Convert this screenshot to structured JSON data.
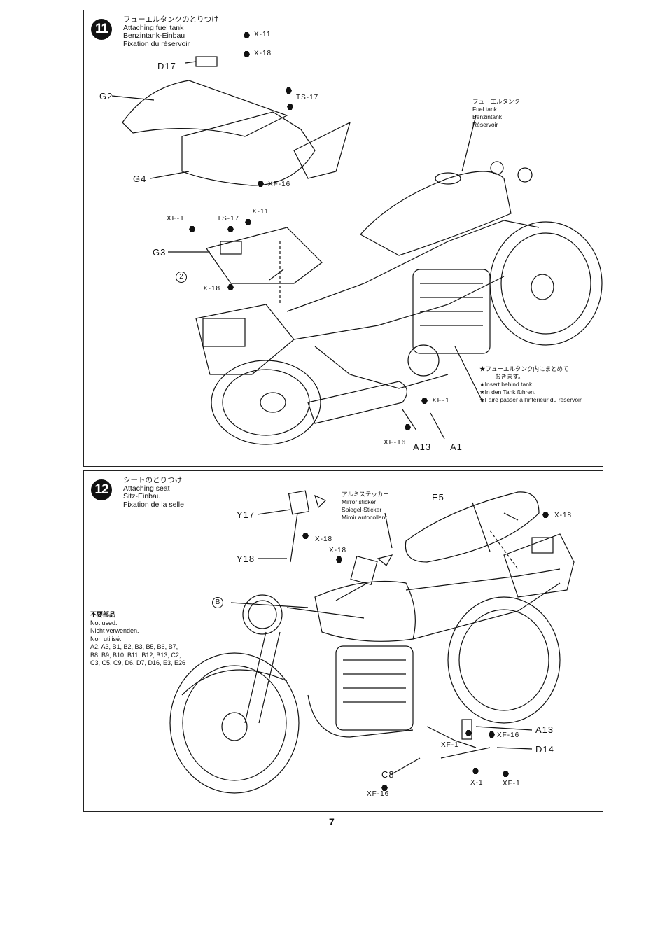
{
  "page_number": "7",
  "step11": {
    "number": "11",
    "title_ja": "フューエルタンクのとりつけ",
    "title_en": "Attaching fuel tank",
    "title_de": "Benzintank-Einbau",
    "title_fr": "Fixation du réservoir",
    "parts": {
      "d17": "D17",
      "g2": "G2",
      "g4": "G4",
      "g3": "G3",
      "a13": "A13",
      "a1": "A1",
      "marker": "2"
    },
    "screws": {
      "x11a": "X-11",
      "x18a": "X-18",
      "ts17a": "TS-17",
      "xf16a": "XF-16",
      "xf1a": "XF-1",
      "ts17b": "TS-17",
      "x11b": "X-11",
      "x18b": "X-18",
      "xf1b": "XF-1",
      "xf16b": "XF-16"
    },
    "tank_label": [
      "フューエルタンク",
      "Fuel tank",
      "Benzintank",
      "Réservoir"
    ],
    "cable_note": [
      "★フューエルタンク内にまとめて",
      "おきます。",
      "★Insert behind tank.",
      "★In den Tank führen.",
      "★Faire passer à l'intérieur du réservoir."
    ]
  },
  "step12": {
    "number": "12",
    "title_ja": "シートのとりつけ",
    "title_en": "Attaching seat",
    "title_de": "Sitz-Einbau",
    "title_fr": "Fixation de la selle",
    "parts": {
      "y17": "Y17",
      "y18": "Y18",
      "e5": "E5",
      "b": "B",
      "a13": "A13",
      "d14": "D14",
      "c8": "C8"
    },
    "screws": {
      "x18a": "X-18",
      "x18b": "X-18",
      "x18c": "X-18",
      "xf16a": "XF-16",
      "xf1a": "XF-1",
      "x1": "X-1",
      "xf1b": "XF-1",
      "xf16b": "XF-16"
    },
    "mirror_sticker": [
      "アルミステッカー",
      "Mirror sticker",
      "Spiegel-Sticker",
      "Miroir autocollant"
    ],
    "not_used": {
      "heading": "不要部品",
      "lines": [
        "Not used.",
        "Nicht verwenden.",
        "Non utilisé."
      ],
      "parts": [
        "A2, A3, B1, B2, B3, B5, B6, B7,",
        "B8, B9, B10, B11, B12, B13, C2,",
        "C3, C5, C9, D6, D7, D16, E3, E26"
      ]
    }
  }
}
